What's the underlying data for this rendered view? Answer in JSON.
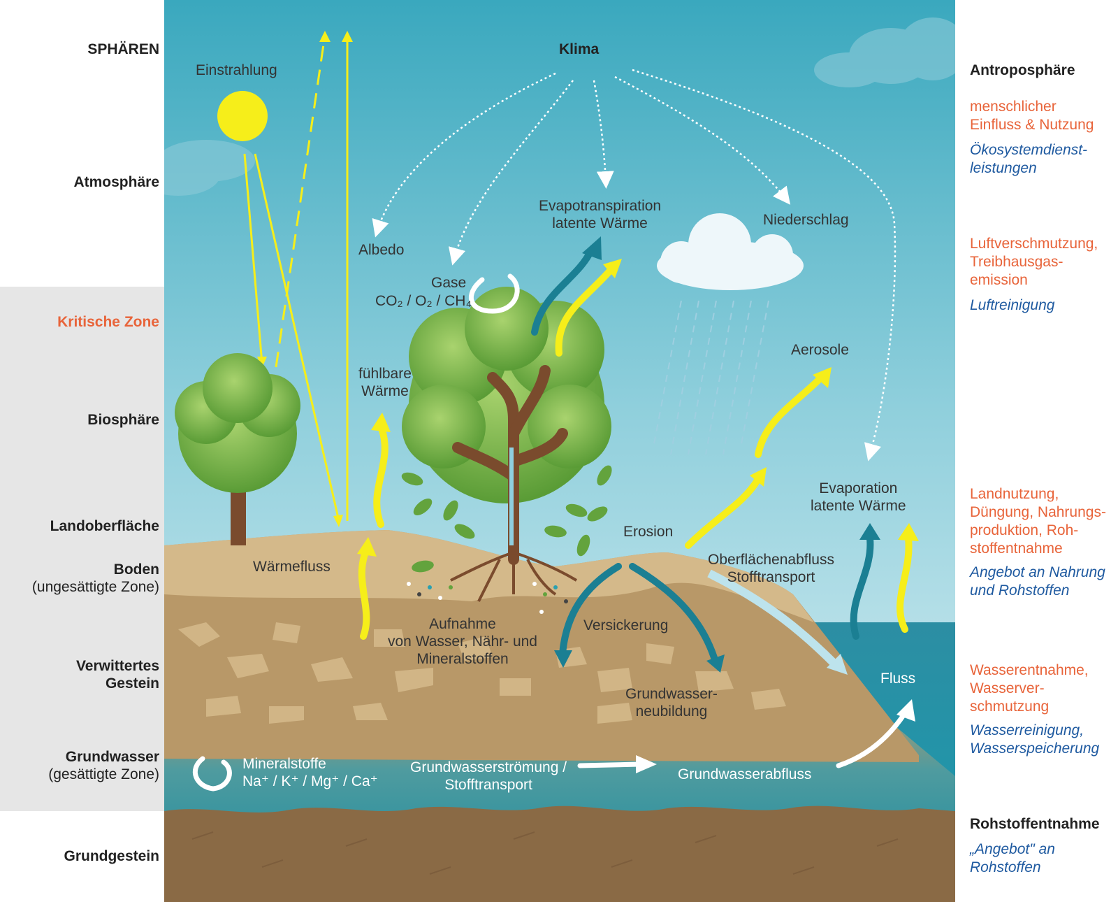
{
  "left_labels": {
    "spheres": "SPHÄREN",
    "atmosphere": "Atmosphäre",
    "critical_zone": "Kritische Zone",
    "biosphere": "Biosphäre",
    "land_surface": "Landoberfläche",
    "soil": "Boden",
    "soil_sub": "(ungesättigte Zone)",
    "weathered_rock_1": "Verwittertes",
    "weathered_rock_2": "Gestein",
    "groundwater": "Grundwasser",
    "groundwater_sub": "(gesättigte Zone)",
    "bedrock": "Grundgestein"
  },
  "right_column": {
    "heading": "Antroposphäre",
    "atmosphere_orange_1": "menschlicher",
    "atmosphere_orange_2": "Einfluss & Nutzung",
    "atmosphere_blue_1": "Ökosystemdienst-",
    "atmosphere_blue_2": "leistungen",
    "air_orange_1": "Luftverschmutzung,",
    "air_orange_2": "Treibhausgas-",
    "air_orange_3": "emission",
    "air_blue": "Luftreinigung",
    "land_orange_1": "Landnutzung,",
    "land_orange_2": "Düngung, Nahrungs-",
    "land_orange_3": "produktion, Roh-",
    "land_orange_4": "stoffentnahme",
    "land_blue_1": "Angebot an Nahrung",
    "land_blue_2": "und Rohstoffen",
    "water_orange_1": "Wasserentnahme,",
    "water_orange_2": "Wasserver-",
    "water_orange_3": "schmutzung",
    "water_blue_1": "Wasserreinigung,",
    "water_blue_2": "Wasserspeicherung",
    "raw_heading": "Rohstoffentnahme",
    "raw_blue_1": "„Angebot\" an",
    "raw_blue_2": "Rohstoffen"
  },
  "scene_labels": {
    "klima": "Klima",
    "einstrahlung": "Einstrahlung",
    "albedo": "Albedo",
    "gase": "Gase",
    "gase_formula": "CO₂ / O₂ / CH₄",
    "evapotranspiration_1": "Evapotranspiration",
    "evapotranspiration_2": "latente Wärme",
    "niederschlag": "Niederschlag",
    "aerosole": "Aerosole",
    "fuehlbare_1": "fühlbare",
    "fuehlbare_2": "Wärme",
    "waermefluss": "Wärmefluss",
    "erosion": "Erosion",
    "evaporation_1": "Evaporation",
    "evaporation_2": "latente Wärme",
    "oberflaeche_1": "Oberflächenabfluss",
    "oberflaeche_2": "Stofftransport",
    "aufnahme_1": "Aufnahme",
    "aufnahme_2": "von Wasser, Nähr- und",
    "aufnahme_3": "Mineralstoffen",
    "versickerung": "Versickerung",
    "fluss": "Fluss",
    "gwneubildung_1": "Grundwasser-",
    "gwneubildung_2": "neubildung",
    "mineralstoffe_1": "Mineralstoffe",
    "mineralstoffe_2": "Na⁺ / K⁺ / Mg⁺ / Ca⁺",
    "gwstroemung_1": "Grundwasserströmung /",
    "gwstroemung_2": "Stofftransport",
    "gwabfluss": "Grundwasserabfluss"
  },
  "colors": {
    "sky_top": "#3aa8be",
    "sky_bottom": "#e4f3f6",
    "soil_light": "#d4b98a",
    "soil_mid": "#b89868",
    "soil_dark": "#a88758",
    "groundwater": "#148aa0",
    "bedrock": "#8a6a45",
    "tree_green": "#63a33d",
    "yellow_arrow": "#f6ee1a",
    "teal_arrow": "#1b7f93",
    "accent_orange": "#e8643a",
    "accent_blue": "#1f5aa0"
  }
}
